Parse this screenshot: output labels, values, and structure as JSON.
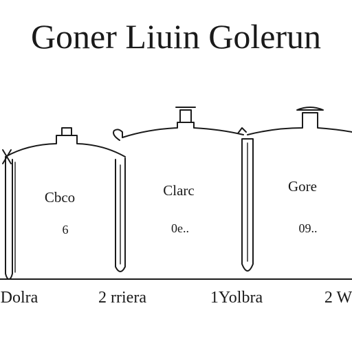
{
  "title": "Goner Liuin Golerun",
  "vessels": [
    {
      "label": "Cbco",
      "value": "6"
    },
    {
      "label": "Clarc",
      "value": "0e.."
    },
    {
      "label": "Gore",
      "value": "09.."
    }
  ],
  "baseline_labels": [
    "Dolra",
    "2 rriera",
    "1Yolbra",
    "2 W"
  ]
}
